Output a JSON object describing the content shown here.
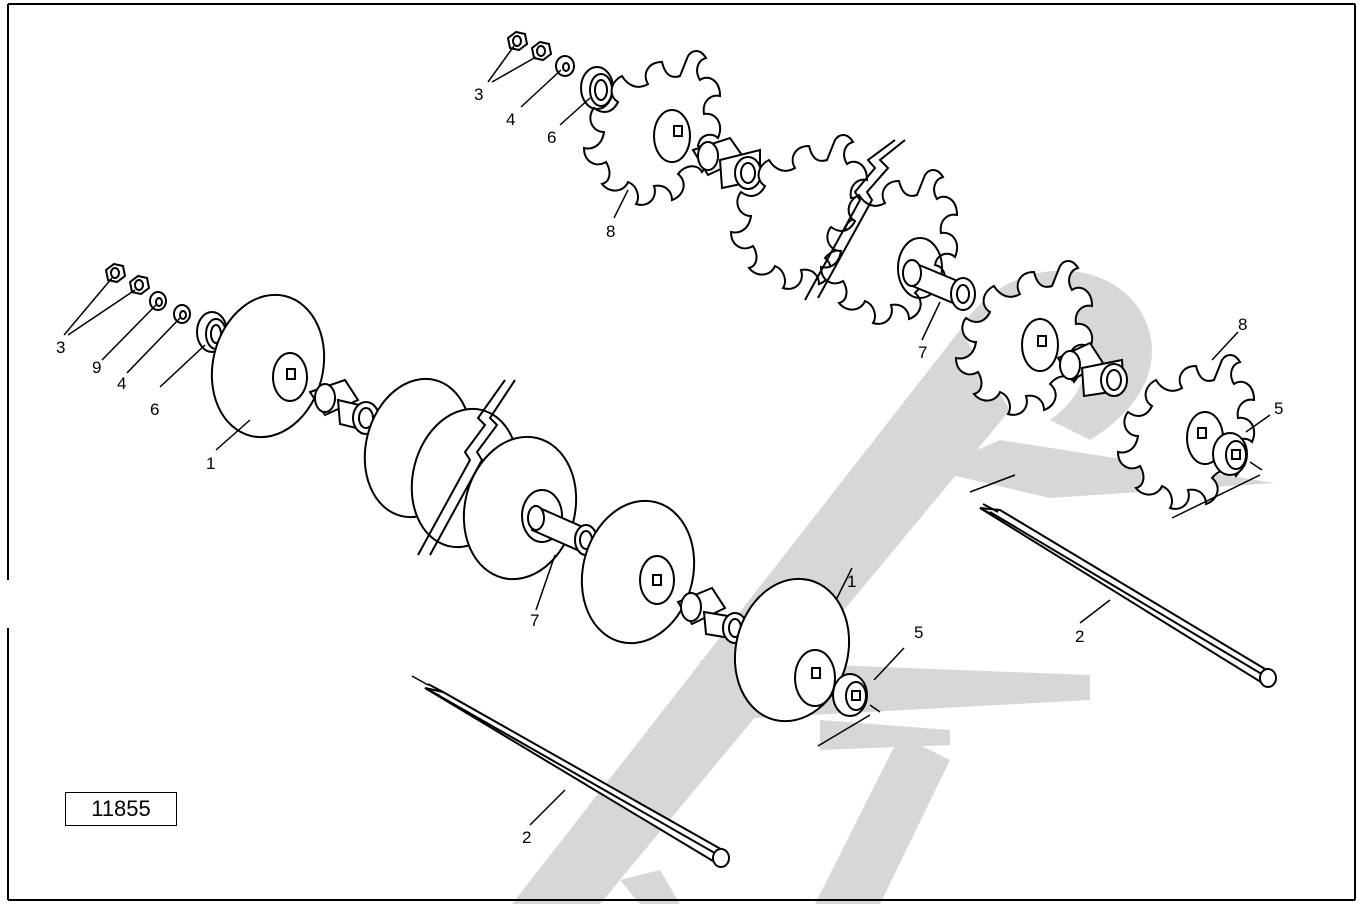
{
  "figure_number": "11855",
  "colors": {
    "line": "#000000",
    "background": "#ffffff",
    "watermark": "#d7d7d7"
  },
  "callouts": {
    "c3a": "3",
    "c4a": "4",
    "c6a": "6",
    "c8a": "8",
    "c7a": "7",
    "c8b": "8",
    "c5a": "5",
    "c2a": "2",
    "c3b": "3",
    "c9": "9",
    "c4b": "4",
    "c6b": "6",
    "c1a": "1",
    "c7b": "7",
    "c1b": "1",
    "c5b": "5",
    "c2b": "2"
  }
}
